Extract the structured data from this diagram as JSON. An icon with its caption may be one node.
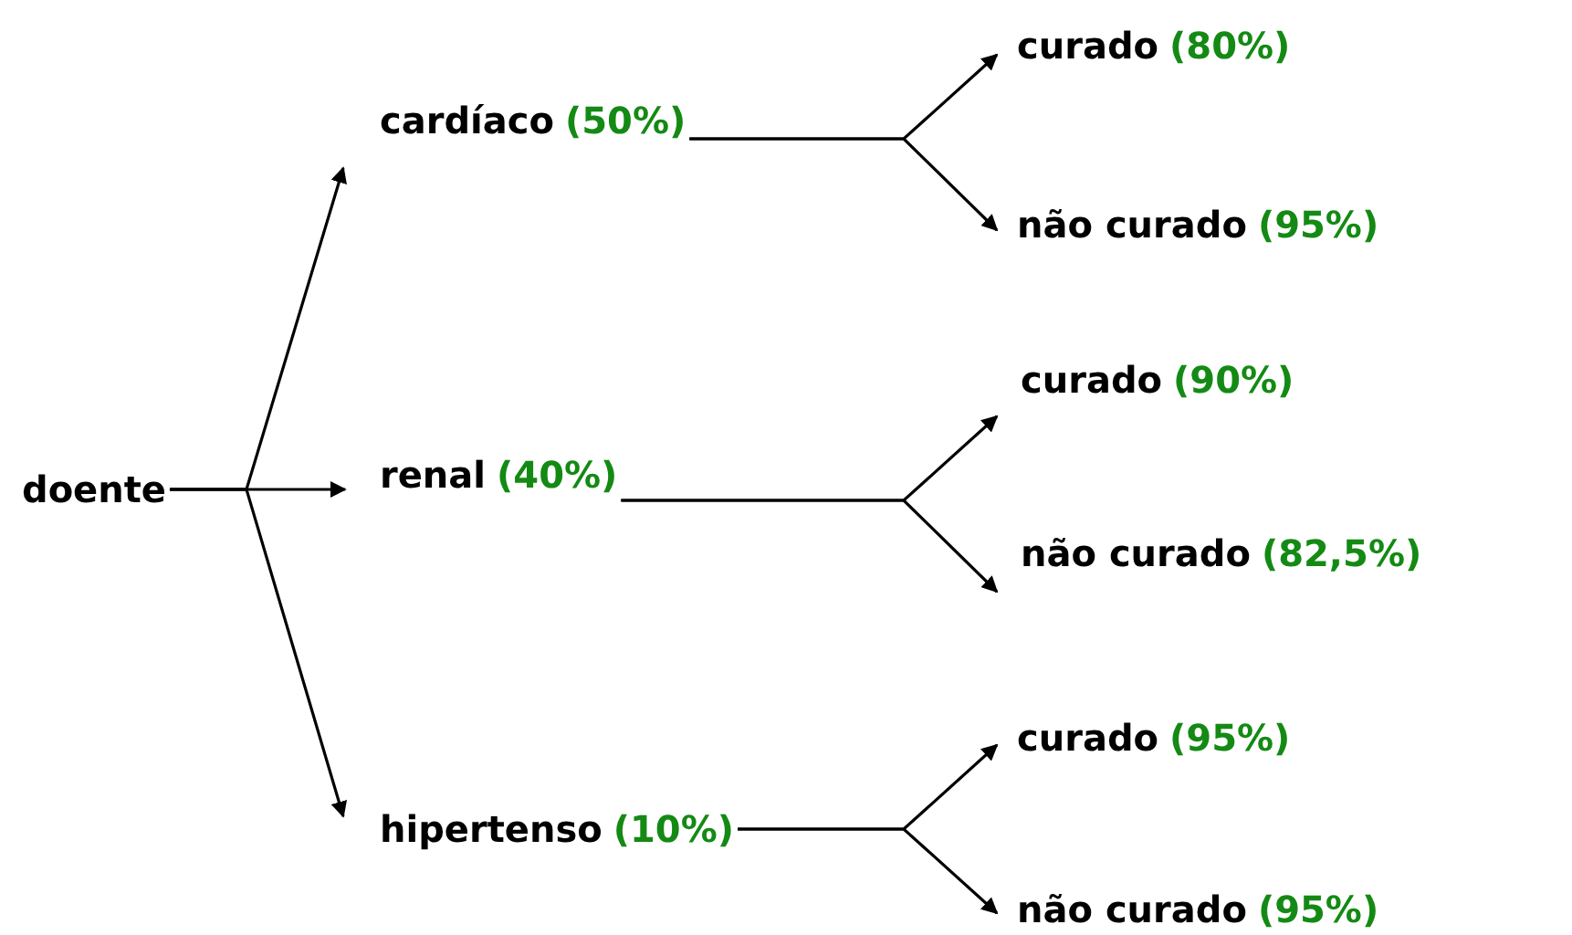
{
  "diagram": {
    "nodes": [
      {
        "text": [
          "doente"
        ]
      },
      {
        "text": [
          "cardíaco",
          "(50%)"
        ]
      },
      {
        "text": [
          "renal",
          "(40%)"
        ]
      },
      {
        "text": [
          "hipertenso",
          "(10%)"
        ]
      },
      {
        "text": [
          "curado",
          "(80%)"
        ]
      },
      {
        "text": [
          "não curado",
          "(95%)"
        ]
      },
      {
        "text": [
          "curado",
          "(90%)"
        ]
      },
      {
        "text": [
          "não curado",
          "(82,5%)"
        ]
      },
      {
        "text": [
          "curado",
          "(95%)"
        ]
      },
      {
        "text": [
          "não curado",
          "(95%)"
        ]
      }
    ],
    "edges": [
      {
        "from": 0,
        "to": 1,
        "arrow": "to"
      },
      {
        "from": 0,
        "to": 2,
        "arrow": "to"
      },
      {
        "from": 0,
        "to": 3,
        "arrow": "to"
      },
      {
        "from": 1,
        "to": 4,
        "arrow": "to"
      },
      {
        "from": 1,
        "to": 5,
        "arrow": "to"
      },
      {
        "from": 2,
        "to": 6,
        "arrow": "to"
      },
      {
        "from": 2,
        "to": 7,
        "arrow": "to"
      },
      {
        "from": 3,
        "to": 8,
        "arrow": "to"
      },
      {
        "from": 3,
        "to": 9,
        "arrow": "to"
      }
    ]
  }
}
